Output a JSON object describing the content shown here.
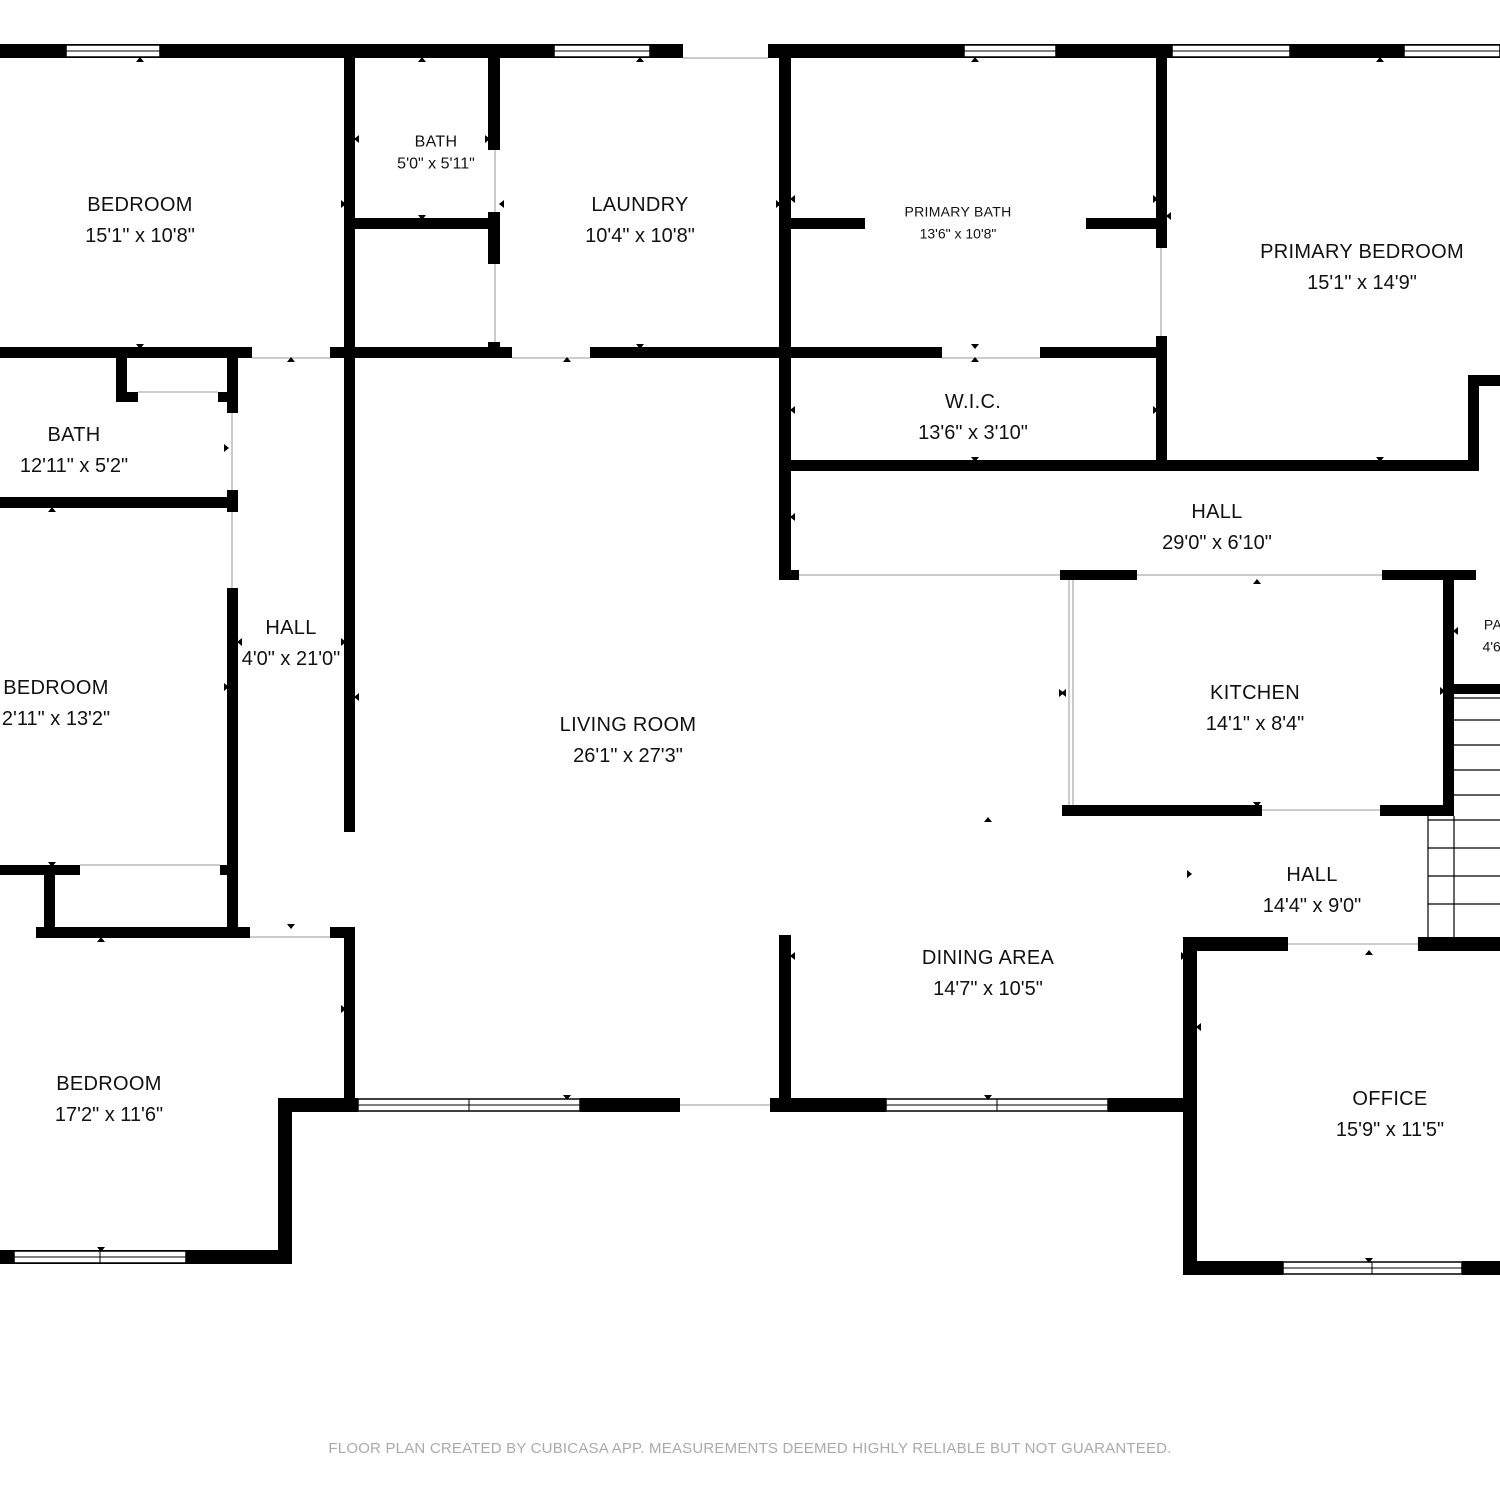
{
  "rooms": [
    {
      "name": "BEDROOM",
      "size": "15'1\" x 10'8\""
    },
    {
      "name": "BATH",
      "size": "5'0\" x 5'11\""
    },
    {
      "name": "LAUNDRY",
      "size": "10'4\" x 10'8\""
    },
    {
      "name": "PRIMARY BATH",
      "size": "13'6\" x 10'8\""
    },
    {
      "name": "PRIMARY BEDROOM",
      "size": "15'1\" x 14'9\""
    },
    {
      "name": "BATH",
      "size": "12'11\" x 5'2\""
    },
    {
      "name": "W.I.C.",
      "size": "13'6\" x 3'10\""
    },
    {
      "name": "HALL",
      "size": "29'0\" x 6'10\""
    },
    {
      "name": "HALL",
      "size": "4'0\" x 21'0\""
    },
    {
      "name": "BEDROOM",
      "size": "2'11\" x 13'2\""
    },
    {
      "name": "LIVING ROOM",
      "size": "26'1\" x 27'3\""
    },
    {
      "name": "KITCHEN",
      "size": "14'1\" x 8'4\""
    },
    {
      "name": "PA",
      "size": "4'6'"
    },
    {
      "name": "HALL",
      "size": "14'4\" x 9'0\""
    },
    {
      "name": "DINING AREA",
      "size": "14'7\" x 10'5\""
    },
    {
      "name": "BEDROOM",
      "size": "17'2\" x 11'6\""
    },
    {
      "name": "OFFICE",
      "size": "15'9\" x 11'5\""
    }
  ],
  "footer": "FLOOR PLAN CREATED BY CUBICASA APP. MEASUREMENTS DEEMED HIGHLY RELIABLE BUT NOT GUARANTEED."
}
